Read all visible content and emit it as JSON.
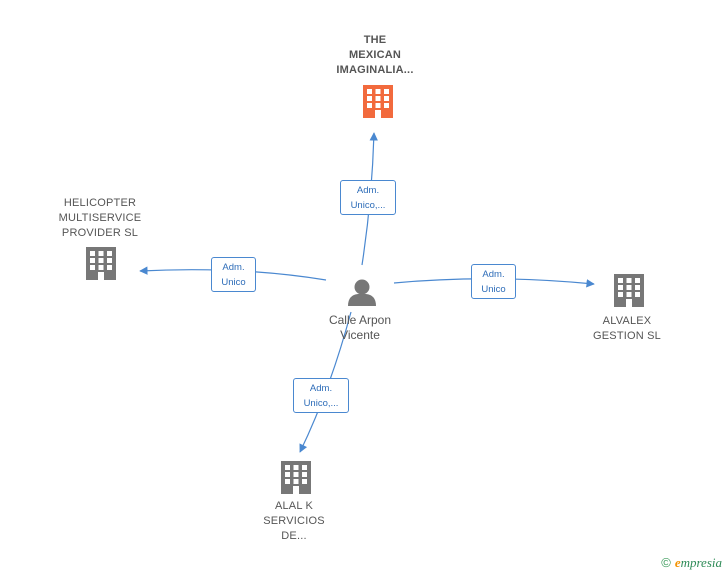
{
  "colors": {
    "edge": "#4a88d0",
    "edge_label_text": "#2d6cb8",
    "company_icon": "#777777",
    "highlight_company_icon": "#f26a3d",
    "person_icon": "#777777",
    "node_text": "#555555"
  },
  "center": {
    "name_lines": [
      "Calle Arpon",
      "Vicente"
    ],
    "icon": "person-icon"
  },
  "nodes": {
    "top": {
      "name_lines": [
        "THE",
        "MEXICAN",
        "IMAGINALIA..."
      ],
      "icon": "building-icon",
      "highlighted": true
    },
    "left": {
      "name_lines": [
        "HELICOPTER",
        "MULTISERVICE",
        "PROVIDER  SL"
      ],
      "icon": "building-icon",
      "highlighted": false
    },
    "right": {
      "name_lines": [
        "ALVALEX",
        "GESTION SL"
      ],
      "icon": "building-icon",
      "highlighted": false
    },
    "bottom": {
      "name_lines": [
        "ALAL K",
        "SERVICIOS",
        "DE..."
      ],
      "icon": "building-icon",
      "highlighted": false
    }
  },
  "edges": {
    "top": {
      "label_lines": [
        "Adm.",
        "Unico,..."
      ]
    },
    "left": {
      "label_lines": [
        "Adm.",
        "Unico"
      ]
    },
    "right": {
      "label_lines": [
        "Adm.",
        "Unico"
      ]
    },
    "bottom": {
      "label_lines": [
        "Adm.",
        "Unico,..."
      ]
    }
  },
  "footer": {
    "copyright_symbol": "©",
    "brand_initial": "e",
    "brand_rest": "mpresia"
  }
}
